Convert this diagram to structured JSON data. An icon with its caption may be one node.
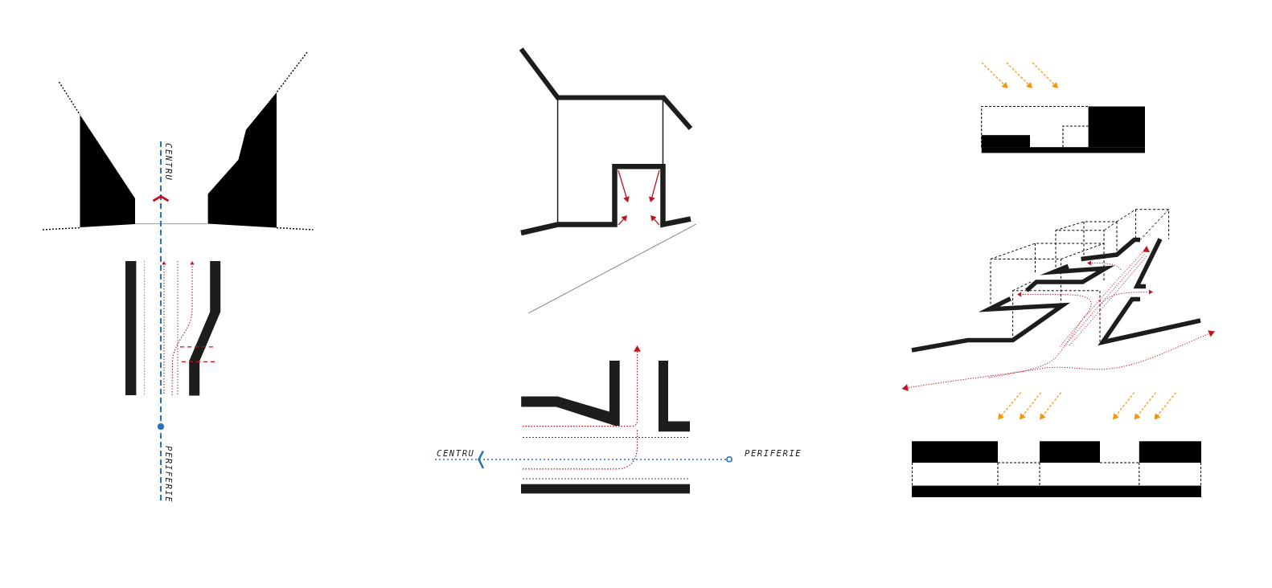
{
  "diagram": {
    "labels": [
      "CENTRU",
      "PERIFERIE",
      "CENTRU",
      "PERIFERIE"
    ]
  }
}
